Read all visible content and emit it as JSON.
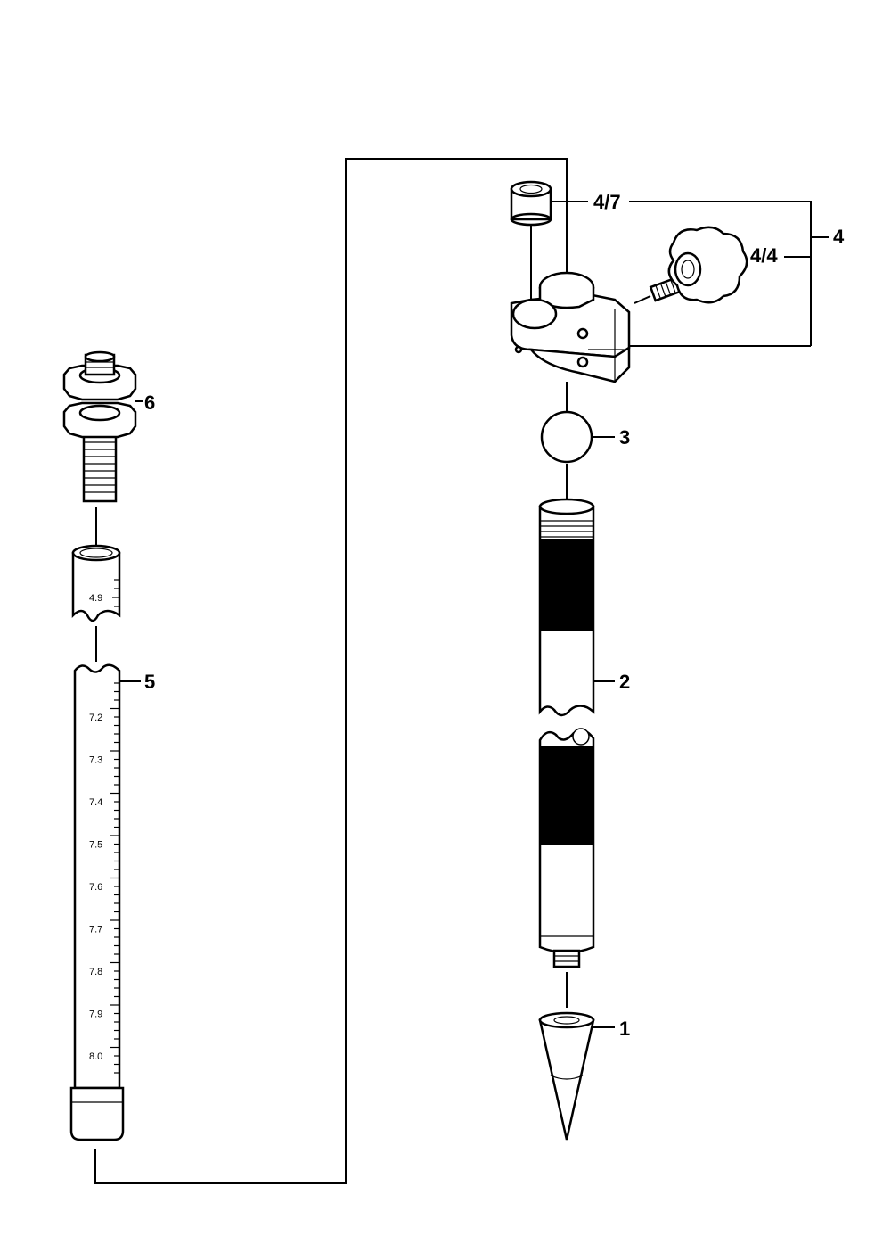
{
  "callouts": {
    "c1": "1",
    "c2": "2",
    "c3": "3",
    "c4": "4",
    "c4_4": "4/4",
    "c4_7": "4/7",
    "c5": "5",
    "c6": "6"
  },
  "short_tube_scale": [
    "4.9"
  ],
  "rod_scale": [
    "7.2",
    "7.3",
    "7.4",
    "7.5",
    "7.6",
    "7.7",
    "7.8",
    "7.9",
    "8.0"
  ],
  "colors": {
    "ink": "#000000",
    "paper": "#ffffff"
  }
}
